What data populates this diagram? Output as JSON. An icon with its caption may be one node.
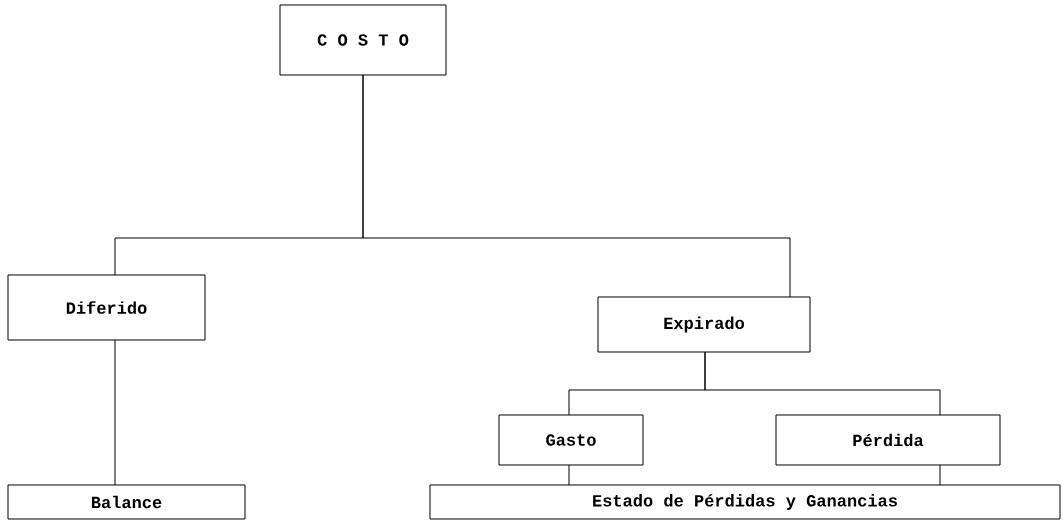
{
  "diagram": {
    "nodes": [
      {
        "text": [
          "C O S T O"
        ]
      },
      {
        "text": [
          "Diferido"
        ]
      },
      {
        "text": [
          "Expirado"
        ]
      },
      {
        "text": [
          "Gasto"
        ]
      },
      {
        "text": [
          "Pérdida"
        ]
      },
      {
        "text": [
          "Balance"
        ]
      },
      {
        "text": [
          "Estado de Pérdidas y Ganancias"
        ]
      }
    ],
    "edges": [
      {
        "from": 0,
        "to": 1,
        "arrow": "none"
      },
      {
        "from": 0,
        "to": 2,
        "arrow": "none"
      },
      {
        "from": 2,
        "to": 3,
        "arrow": "none"
      },
      {
        "from": 2,
        "to": 4,
        "arrow": "none"
      },
      {
        "from": 1,
        "to": 5,
        "arrow": "none"
      },
      {
        "from": 3,
        "to": 6,
        "arrow": "none"
      },
      {
        "from": 4,
        "to": 6,
        "arrow": "none"
      }
    ]
  }
}
